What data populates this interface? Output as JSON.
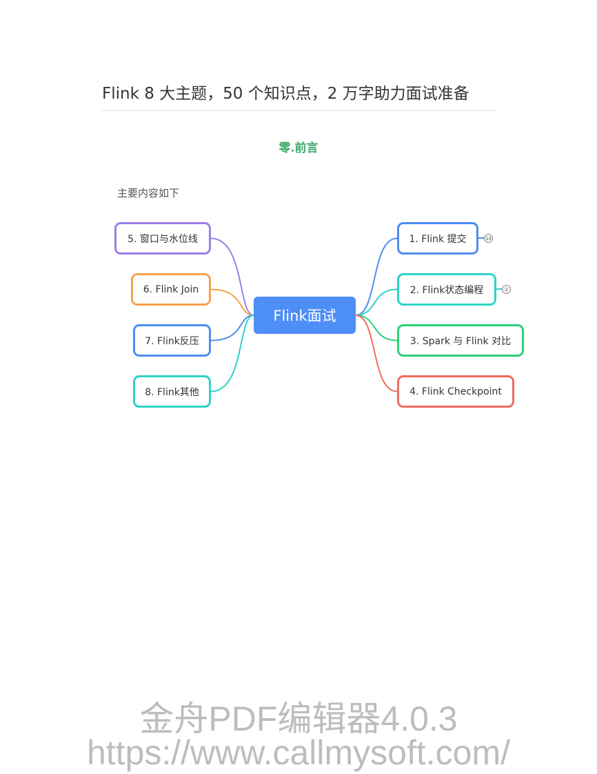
{
  "doc": {
    "title": "Flink 8 大主题，50 个知识点，2 万字助力面试准备",
    "section": "零.前言",
    "intro": "主要内容如下"
  },
  "mindmap": {
    "center": "Flink面试",
    "right": [
      {
        "label": "1. Flink 提交",
        "color": "#4b8df0",
        "badge": "14"
      },
      {
        "label": "2. Flink状态编程",
        "color": "#2ed3c6",
        "badge": "2"
      },
      {
        "label": "3. Spark 与 Flink 对比",
        "color": "#2ccf7b"
      },
      {
        "label": "4. Flink Checkpoint",
        "color": "#f06a5e"
      }
    ],
    "left": [
      {
        "label": "5. 窗口与水位线",
        "color": "#9b7fe6"
      },
      {
        "label": "6. Flink Join",
        "color": "#f7a14c"
      },
      {
        "label": "7. Flink反压",
        "color": "#4b8df0"
      },
      {
        "label": "8. Flink其他",
        "color": "#2ed3c6"
      }
    ]
  },
  "watermark": {
    "line1": "金舟PDF编辑器4.0.3",
    "line2": "https://www.callmysoft.com/"
  }
}
